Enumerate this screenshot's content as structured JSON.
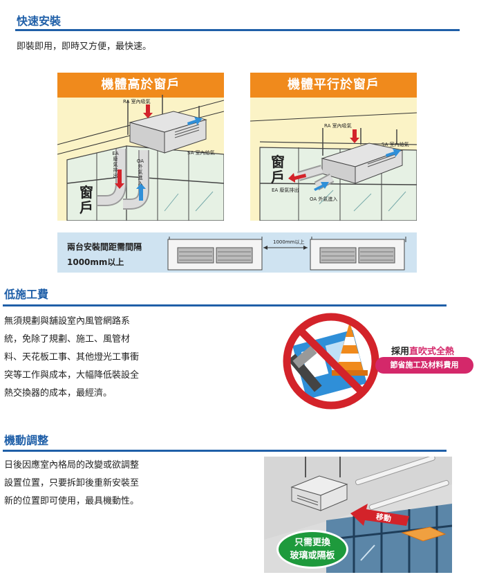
{
  "quick_install": {
    "title": "快速安裝",
    "desc": "即裝即用，即時又方便，最快速。",
    "panel_high": {
      "title": "機體高於窗戶",
      "ra": "RA 室內吸氣",
      "sa": "SA 室內給氣",
      "ea": [
        "EA",
        "廢",
        "氣",
        "排",
        "出"
      ],
      "oa": [
        "OA",
        "外",
        "氣",
        "進",
        "入"
      ],
      "window": [
        "窗",
        "戶"
      ]
    },
    "panel_parallel": {
      "title": "機體平行於窗戶",
      "ra": "RA 室內吸氣",
      "sa": "SA 室內給氣",
      "ea": "EA 廢氣排出",
      "oa": "OA 外氣進入",
      "window": [
        "窗",
        "戶"
      ]
    },
    "spacing": {
      "line1": "兩台安裝間距需間隔",
      "line2": "1000mm以上",
      "gap_label": "1000mm以上"
    }
  },
  "low_cost": {
    "title": "低施工費",
    "lines": [
      "無須規劃與舖設室內風管網路系",
      "統，免除了規劃、施工、風管材",
      "料、天花板工事、其他燈光工事衝",
      "突等工作與成本，大幅降低裝設全",
      "熱交換器的成本，最經濟。"
    ],
    "badge_prefix": "採用",
    "badge_highlight": "直吹式全熱",
    "badge_pill": "節省施工及材料費用"
  },
  "mobility": {
    "title": "機動調整",
    "lines": [
      "日後因應室內格局的改變或欲調整",
      "設置位置，只要拆卸後重新安裝至",
      "新的位置即可使用，最具機動性。"
    ],
    "arrow_label": "移動",
    "bubble": [
      "只需更換",
      "玻璃或隔板"
    ]
  },
  "colors": {
    "accent": "#1f5fa8",
    "orange": "#f08a1c",
    "red": "#d3232a",
    "green": "#1e9a3c",
    "pink": "#d4286a"
  }
}
